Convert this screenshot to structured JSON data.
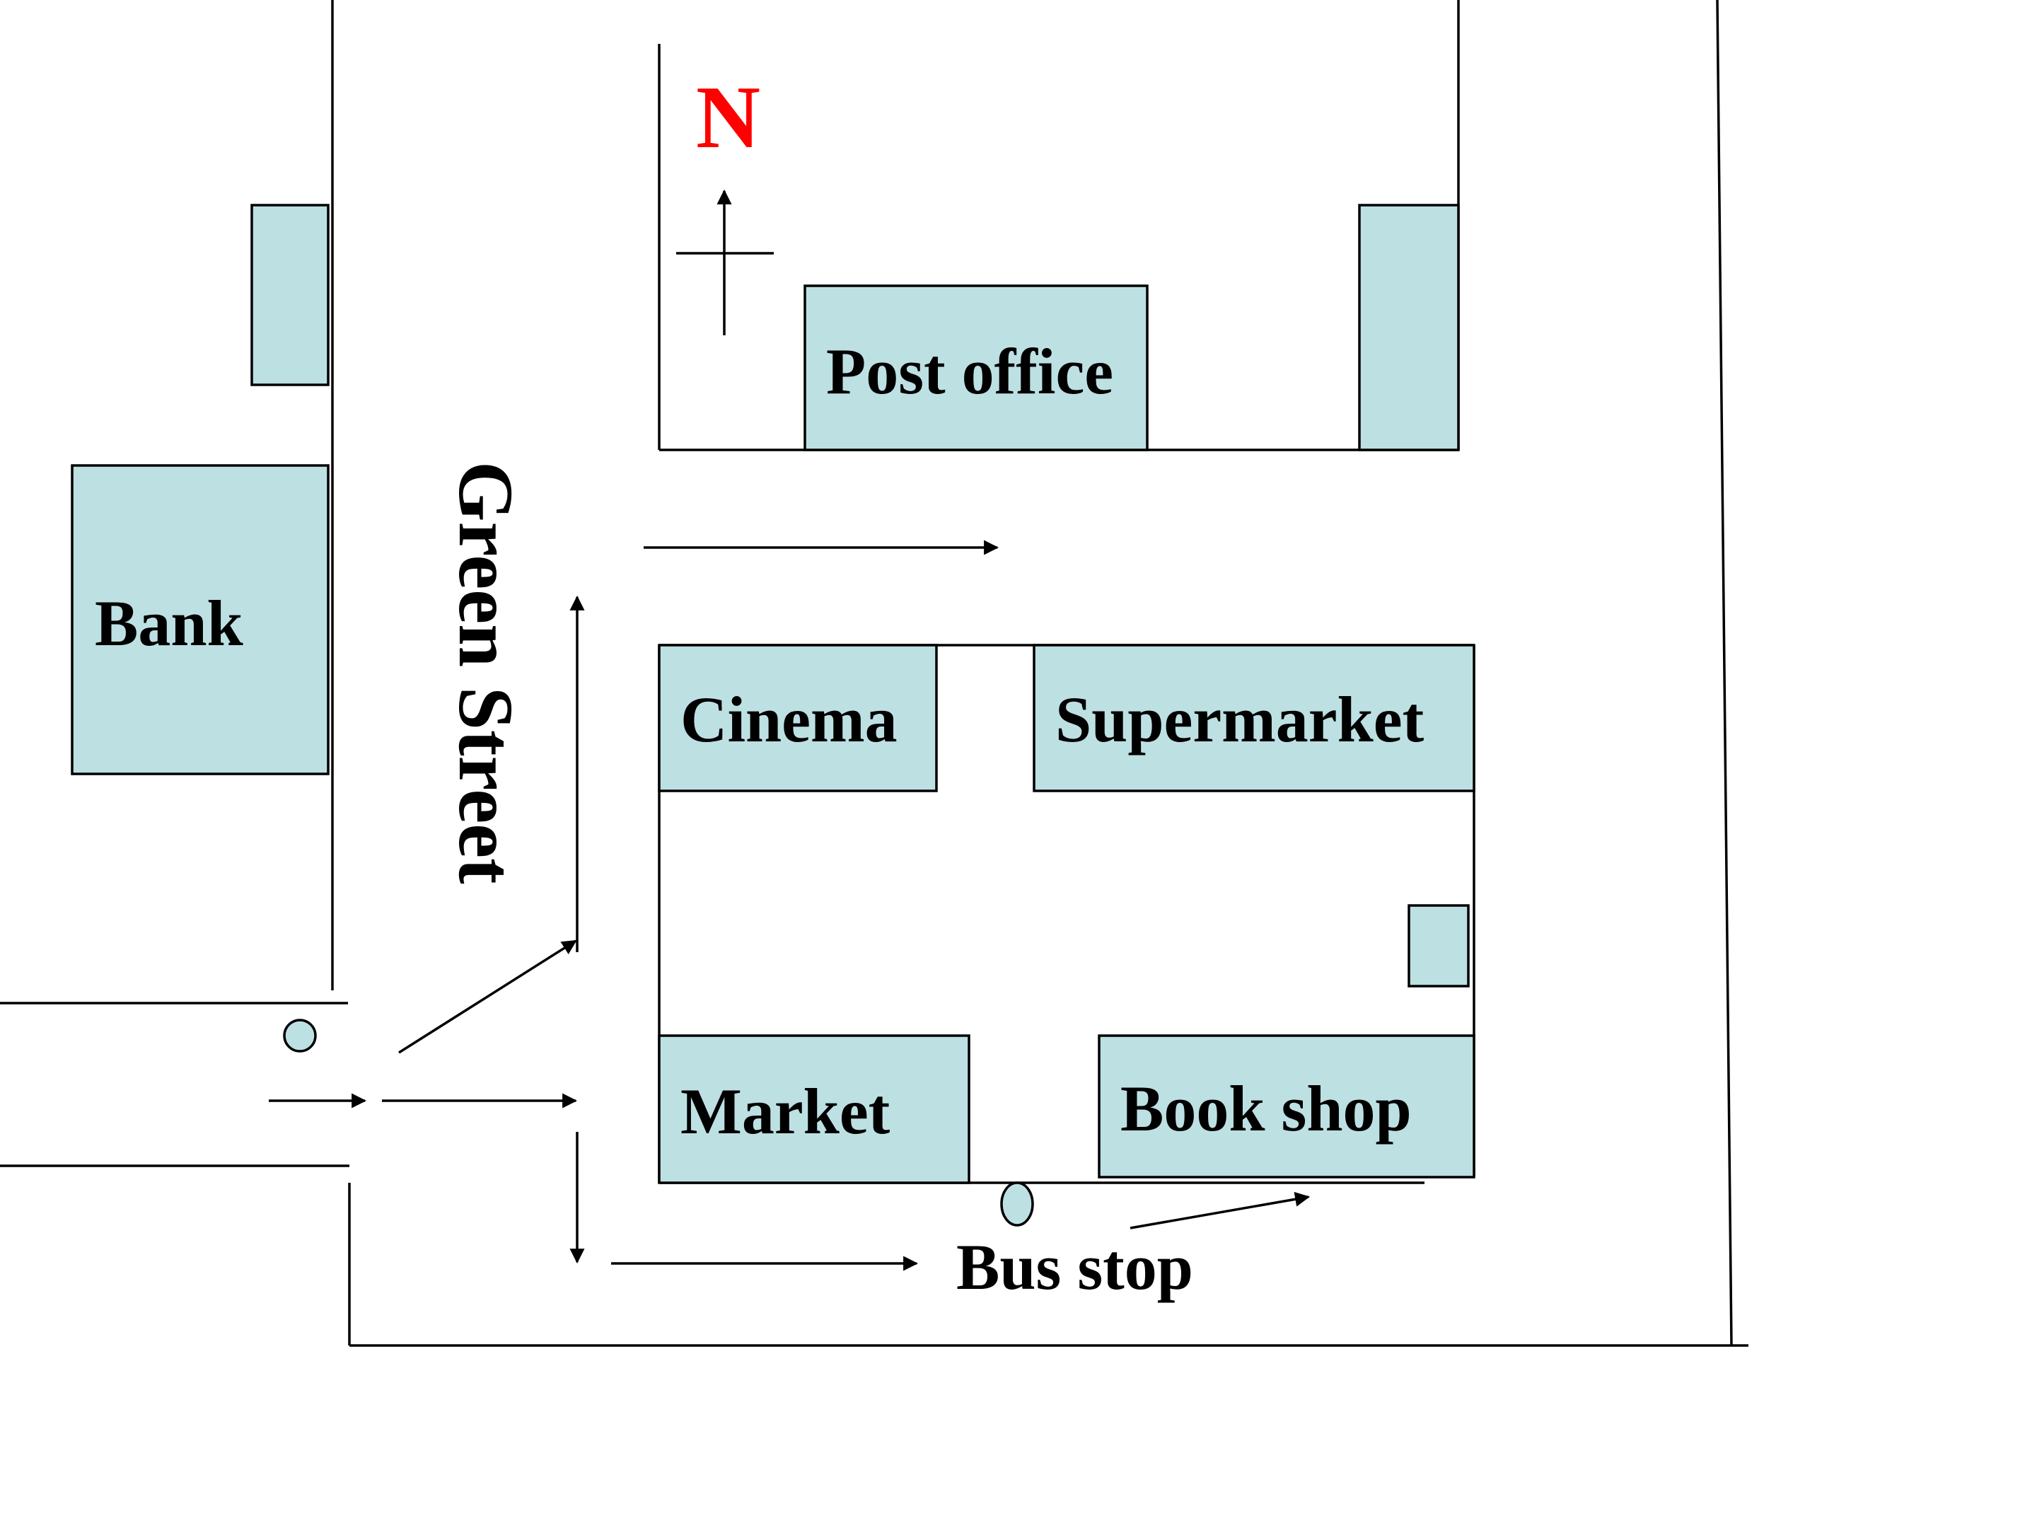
{
  "colors": {
    "building_fill": "#bde0e3",
    "line": "#000000",
    "north_label": "#ff0000",
    "background": "#ffffff"
  },
  "compass": {
    "label": "N",
    "icon": "north-arrow-icon"
  },
  "street": {
    "name": "Green Street"
  },
  "buildings": {
    "post_office": "Post office",
    "bank": "Bank",
    "cinema": "Cinema",
    "supermarket": "Supermarket",
    "market": "Market",
    "book_shop": "Book shop"
  },
  "bus_stop": {
    "label": "Bus stop",
    "icon": "bus-stop-marker-icon"
  },
  "icons": [
    "north-arrow-icon",
    "route-arrow-icon",
    "bus-stop-marker-icon",
    "traffic-marker-icon"
  ]
}
